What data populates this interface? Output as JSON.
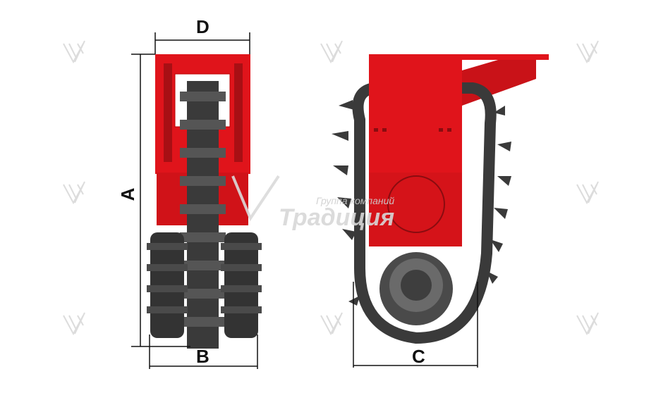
{
  "dimensions": {
    "A": "A",
    "B": "B",
    "C": "C",
    "D": "D"
  },
  "watermark": {
    "line1": "Группа компаний",
    "line2": "Традиция"
  },
  "colors": {
    "frame_red": "#e0141b",
    "chain_dark": "#3a3a3a",
    "dimension_line": "#111111",
    "watermark": "#d6d6d6"
  }
}
